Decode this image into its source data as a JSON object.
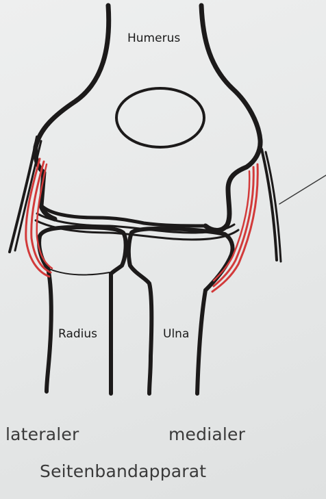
{
  "labels": {
    "humerus": "Humerus",
    "radius": "Radius",
    "ulna": "Ulna"
  },
  "captions": {
    "lateral": "lateraler",
    "medial": "medialer",
    "ligament": "Seitenbandapparat"
  },
  "colors": {
    "outline": "#1c1a1a",
    "ligament": "#d23a3a",
    "background": "#e9eaea"
  }
}
